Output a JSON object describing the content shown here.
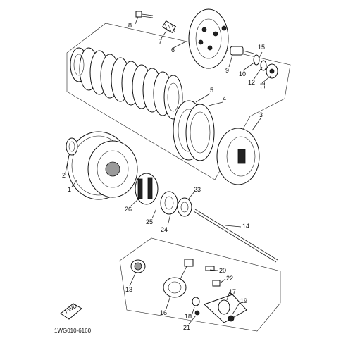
{
  "diagram": {
    "labels": {
      "p1": "1",
      "p2": "2",
      "p3": "3",
      "p4": "4",
      "p5": "5",
      "p6": "6",
      "p7": "7",
      "p8": "8",
      "p9": "9",
      "p10": "10",
      "p11": "11",
      "p12": "12",
      "p13": "13",
      "p14": "14",
      "p15": "15",
      "p16": "16",
      "p17": "17",
      "p18": "18",
      "p19": "19",
      "p20": "20",
      "p21": "21",
      "p22": "22",
      "p23": "23",
      "p24": "24",
      "p25": "25",
      "p26": "26"
    },
    "fwd_label": "FWD",
    "drawing_code": "1WG010-6160"
  }
}
